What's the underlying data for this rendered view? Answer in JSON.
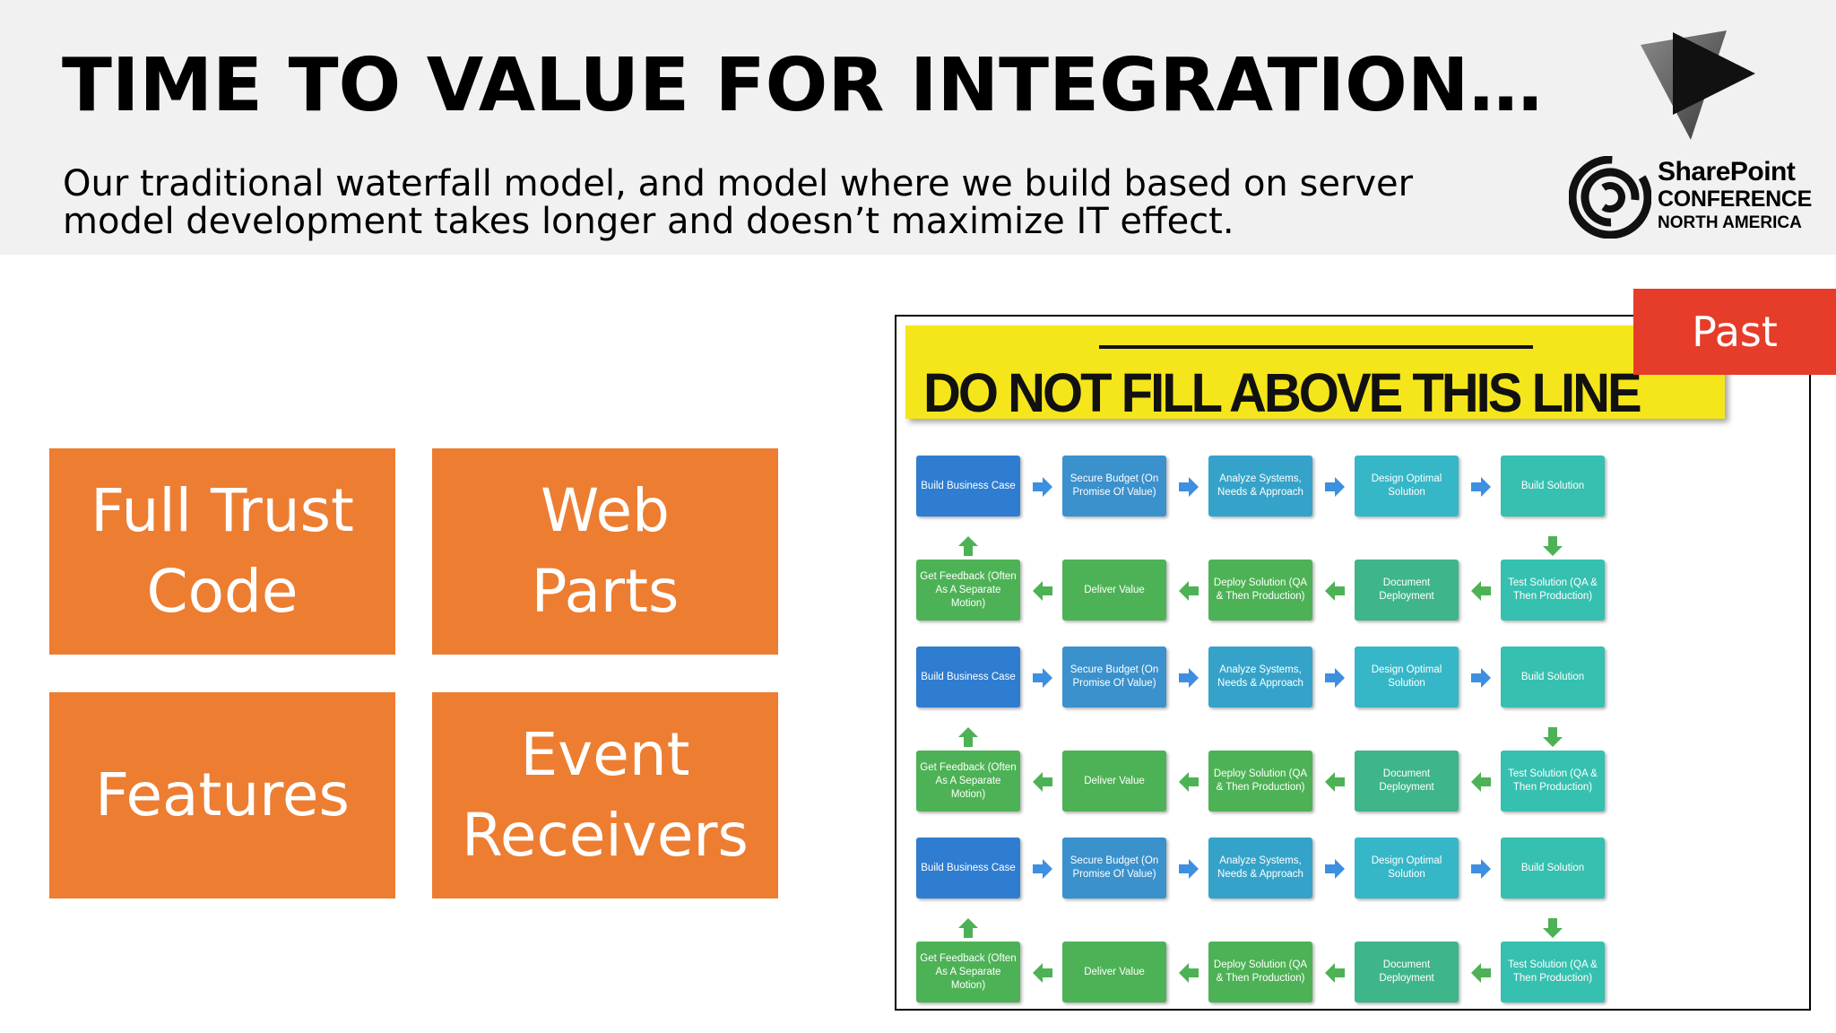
{
  "header": {
    "title": "TIME TO VALUE FOR INTEGRATION…",
    "subtitle": "Our traditional waterfall model, and model where we build based on server model development takes longer and doesn’t maximize IT effect."
  },
  "logo": {
    "line1": "SharePoint",
    "line2": "CONFERENCE",
    "line3": "NORTH AMERICA",
    "play_icon": "play-triangle-icon",
    "swirl_icon": "swirl-icon"
  },
  "tiles": [
    {
      "lines": [
        "Full Trust",
        "Code"
      ]
    },
    {
      "lines": [
        "Web",
        "Parts"
      ]
    },
    {
      "lines": [
        "Features"
      ]
    },
    {
      "lines": [
        "Event",
        "Receivers"
      ]
    }
  ],
  "badge": {
    "label": "Past"
  },
  "image": {
    "banner_text": "DO NOT FILL ABOVE THIS LINE",
    "blue_row": [
      "Build Business Case",
      "Secure Budget (On Promise Of Value)",
      "Analyze Systems, Needs & Approach",
      "Design Optimal Solution",
      "Build Solution"
    ],
    "green_row": [
      "Get Feedback (Often As A Separate Motion)",
      "Deliver Value",
      "Deploy Solution (QA & Then Production)",
      "Document Deployment",
      "Test Solution (QA & Then Production)"
    ],
    "cycles": 3
  },
  "colors": {
    "accent_orange": "#ed7d31",
    "badge_red": "#e63c2a",
    "header_gray": "#f1f1f1",
    "banner_yellow": "#f5e61c",
    "flow_blue_column": [
      "#2f7dd1",
      "#3a91cc",
      "#35a3c9",
      "#36b7c7",
      "#36c0b0"
    ],
    "flow_green_column": [
      "#4db255",
      "#4db255",
      "#4db255",
      "#3fb58a",
      "#36c0b0"
    ],
    "arrow_blue": "#3d8fe0",
    "arrow_green": "#4db255"
  }
}
